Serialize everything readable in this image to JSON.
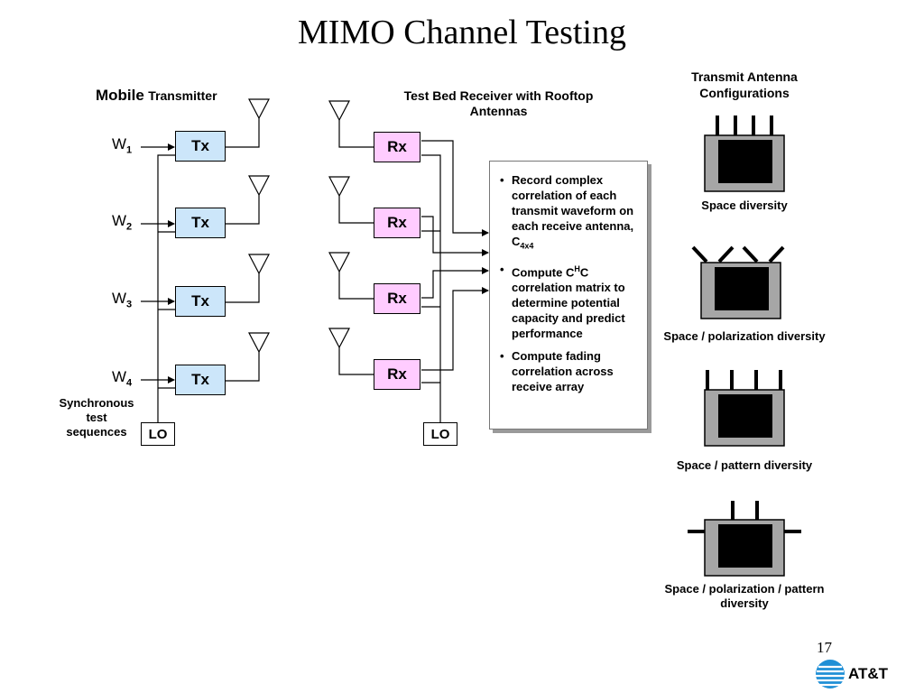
{
  "title": "MIMO Channel Testing",
  "transmitter": {
    "heading_bold": "Mobile",
    "heading_rest": "Transmitter",
    "inputs": [
      {
        "base": "W",
        "sub": "1"
      },
      {
        "base": "W",
        "sub": "2"
      },
      {
        "base": "W",
        "sub": "3"
      },
      {
        "base": "W",
        "sub": "4"
      }
    ],
    "box_label": "Tx",
    "sync_label_1": "Synchronous",
    "sync_label_2": "test",
    "sync_label_3": "sequences",
    "lo_label": "LO"
  },
  "receiver": {
    "heading_line1": "Test Bed Receiver with Rooftop",
    "heading_line2": "Antennas",
    "box_label": "Rx",
    "lo_label": "LO"
  },
  "notes": {
    "b1_text": "Record complex correlation of each transmit waveform on each receive antenna, C",
    "b1_sub": "4x4",
    "b2_pre": "Compute C",
    "b2_sup": "H",
    "b2_post": "C correlation matrix to determine potential capacity and predict performance",
    "b3_text": "Compute fading correlation across receive array"
  },
  "configs": {
    "heading_line1": "Transmit Antenna",
    "heading_line2": "Configurations",
    "items": [
      {
        "caption": "Space diversity",
        "icon": "vertical-antennas"
      },
      {
        "caption": "Space / polarization diversity",
        "icon": "slanted-antennas"
      },
      {
        "caption": "Space / pattern diversity",
        "icon": "vertical-antennas"
      },
      {
        "caption_line1": "Space / polarization / pattern",
        "caption_line2": "diversity",
        "icon": "mixed-antennas"
      }
    ]
  },
  "page_number": "17",
  "logo_text": "AT&T",
  "colors": {
    "tx_fill": "#cce6fa",
    "rx_fill": "#ffccff",
    "device_gray": "#a6a6a6",
    "device_screen": "#000000",
    "logo_blue": "#1f8fd6"
  }
}
